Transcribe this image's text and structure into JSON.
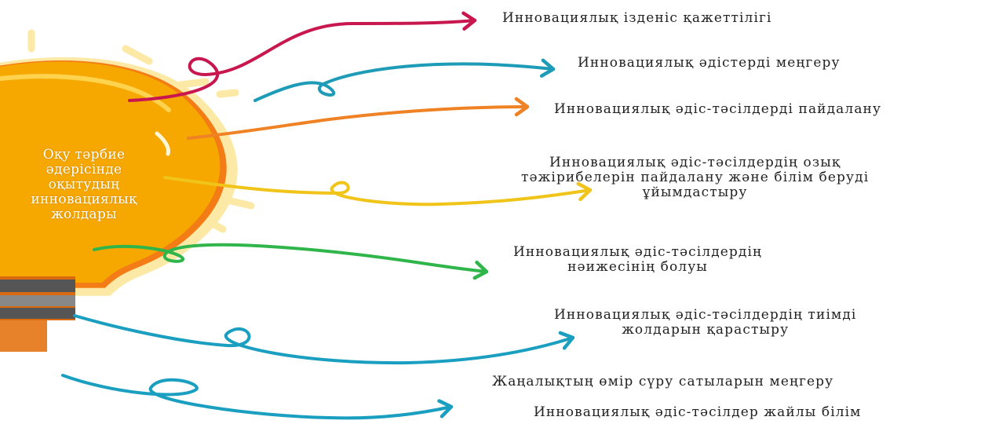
{
  "center": {
    "lines": [
      "Оқу тәрбие",
      "әдерісінде",
      "оқытудың",
      "инновациялық",
      "жолдары"
    ],
    "bulb_color": "#f6a800",
    "bulb_rim_color": "#f37c16",
    "glow_color": "#fde9a6"
  },
  "branches": [
    {
      "lines": [
        "Инновациялық ізденіс қажеттілігі"
      ],
      "color": "#c8174f"
    },
    {
      "lines": [
        "Инновациялық әдістерді меңгеру"
      ],
      "color": "#1e9bb7"
    },
    {
      "lines": [
        "Инновациялық әдіс-тәсілдерді пайдалану"
      ],
      "color": "#ee8224"
    },
    {
      "lines": [
        "Инновациялық әдіс-тәсілдердің озық",
        "тәжірибелерін пайдалану және білім беруді",
        "ұйымдастыру"
      ],
      "color": "#f0c419"
    },
    {
      "lines": [
        "Инновациялық әдіс-тәсілдердің",
        "нәижесінің болуы"
      ],
      "color": "#2fb54a"
    },
    {
      "lines": [
        "Инновациялық әдіс-тәсілдердің тиімді",
        "жолдарын қарастыру"
      ],
      "color": "#1a9fc0"
    },
    {
      "lines": [
        "Жаңалықтың өмір сүру сатыларын меңгеру"
      ],
      "color": "#1a9fc0"
    },
    {
      "lines": [
        "Инновациялық әдіс-тәсілдер жайлы білім"
      ],
      "color": "#1a9fc0"
    }
  ]
}
